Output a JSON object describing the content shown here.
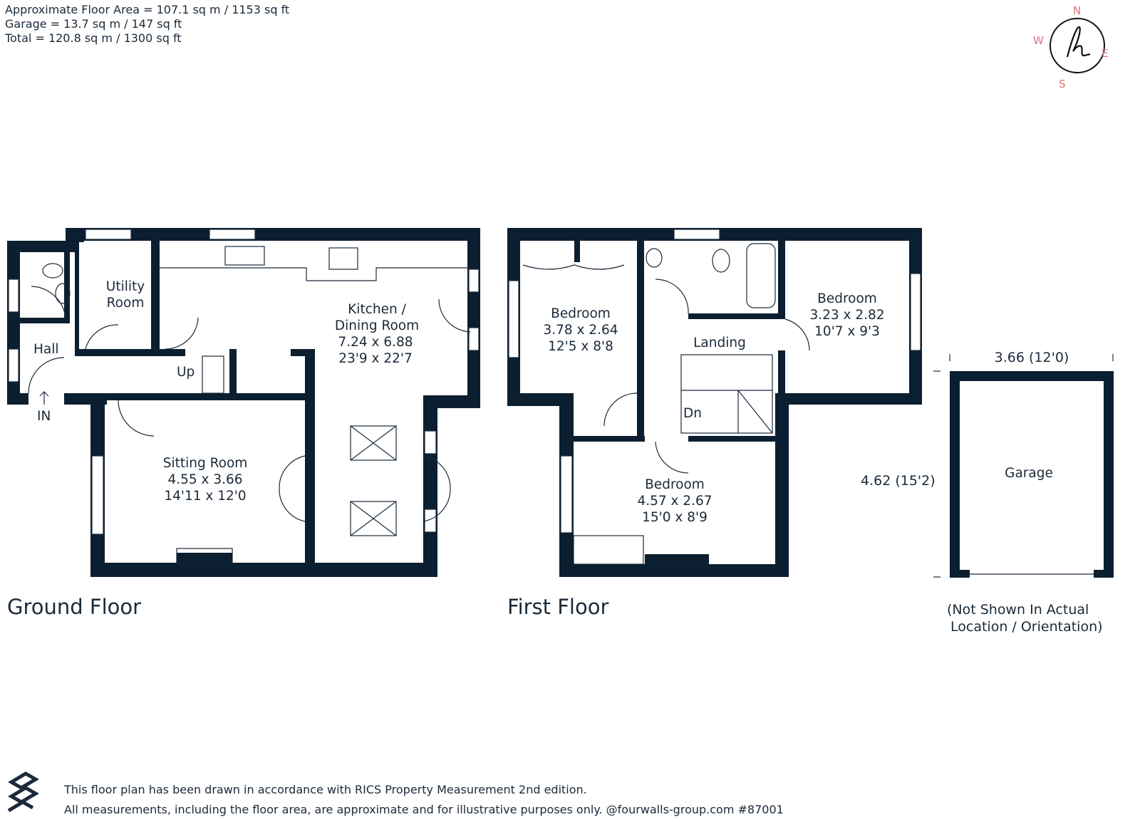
{
  "areas": {
    "floor_area": "Approximate Floor Area = 107.1 sq m / 1153 sq ft",
    "garage": "Garage = 13.7 sq m / 147 sq ft",
    "total": "Total = 120.8 sq m / 1300 sq ft"
  },
  "compass": {
    "n": "N",
    "e": "E",
    "s": "S",
    "w": "W"
  },
  "ground_floor": {
    "title": "Ground Floor",
    "hall": "Hall",
    "in_label": "IN",
    "up_label": "Up",
    "utility": {
      "line1": "Utility",
      "line2": "Room"
    },
    "kitchen": {
      "line1": "Kitchen /",
      "line2": "Dining Room",
      "metric": "7.24 x 6.88",
      "imperial": "23'9 x 22'7"
    },
    "sitting": {
      "name": "Sitting Room",
      "metric": "4.55 x 3.66",
      "imperial": "14'11 x 12'0"
    }
  },
  "first_floor": {
    "title": "First Floor",
    "landing": "Landing",
    "dn_label": "Dn",
    "bedroom_left": {
      "name": "Bedroom",
      "metric": "3.78 x 2.64",
      "imperial": "12'5 x 8'8"
    },
    "bedroom_right": {
      "name": "Bedroom",
      "metric": "3.23 x 2.82",
      "imperial": "10'7 x 9'3"
    },
    "bedroom_bottom": {
      "name": "Bedroom",
      "metric": "4.57 x 2.67",
      "imperial": "15'0 x 8'9"
    }
  },
  "garage": {
    "name": "Garage",
    "width": "3.66 (12'0)",
    "depth": "4.62 (15'2)",
    "note_line1": "(Not Shown In Actual",
    "note_line2": "Location / Orientation)"
  },
  "footer": {
    "line1": "This floor plan has been drawn in accordance with RICS Property Measurement 2nd edition.",
    "line2": "All measurements, including the floor area, are approximate and for illustrative purposes only. @fourwalls-group.com #87001"
  },
  "colors": {
    "wall": "#0c1f30",
    "text": "#1b2a3a",
    "compass": "#e0707a"
  }
}
